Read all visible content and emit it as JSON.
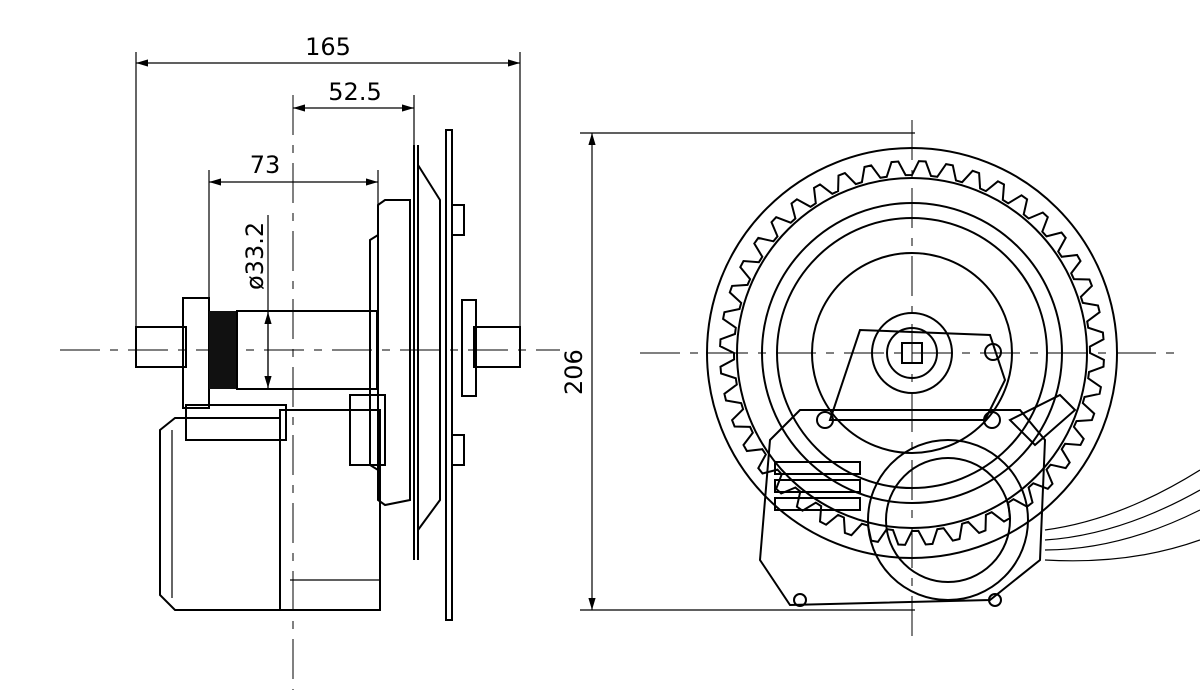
{
  "drawing": {
    "dimensions": {
      "overall_width": "165",
      "center_to_chainring": "52.5",
      "bb_shell_width": "73",
      "bb_diameter": "ø33.2",
      "overall_height": "206"
    },
    "colors": {
      "line": "#000000",
      "background": "#ffffff"
    }
  }
}
